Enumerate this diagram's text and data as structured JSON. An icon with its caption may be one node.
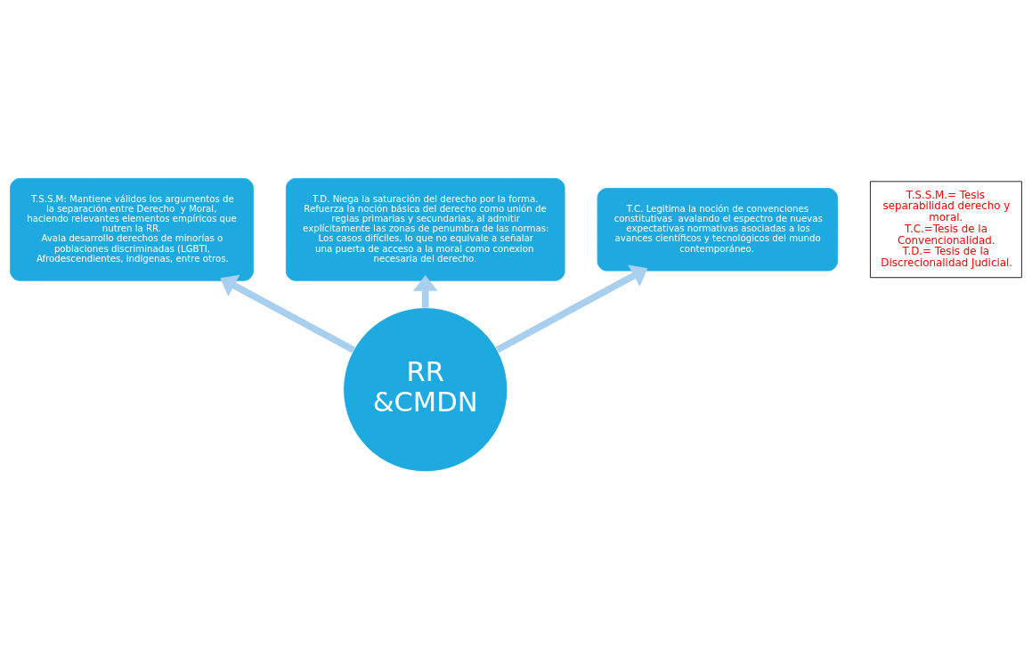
{
  "diagram": {
    "nodes": [
      {
        "text": [
          "T.D. Niega la saturación del derecho por la forma. Refuerza la noción básica del derecho como unión de reglas primarias y secundarias, al admitir explícitamente las zonas de penumbra de las normas: Los casos difíciles, lo que no equivale a señalar una puerta de acceso a la moral como conexion necesaria del derecho."
        ]
      },
      {
        "text": [
          "T.S.S.M: Mantiene válidos los argumentos de la separación entre Derecho  y Moral, haciendo relevantes elementos empíricos que nutren la RR.",
          "Avala desarrollo derechos de minorías o poblaciones discriminadas (LGBTI, Afrodescendientes, indigenas, entre otros."
        ]
      },
      {
        "text": [
          "T.C. Legitima la noción de convenciones constitutivas  avalando el espectro de nuevas expectativas normativas asociadas a los avances científicos y tecnológicos del mundo contemporáneo."
        ]
      },
      {
        "text": [
          "RR &CMDN"
        ]
      },
      {
        "text": [
          "T.S.S.M.= Tesis separabilidad derecho y moral.",
          "T.C.=Tesis de la Convencionalidad.",
          "T.D.= Tesis de la Discrecionalidad Judicial."
        ]
      }
    ],
    "edges": [
      {
        "from": 3,
        "to": 0,
        "arrow": "to"
      },
      {
        "from": 3,
        "to": 1,
        "arrow": "to"
      },
      {
        "from": 3,
        "to": 2,
        "arrow": "to"
      }
    ]
  }
}
